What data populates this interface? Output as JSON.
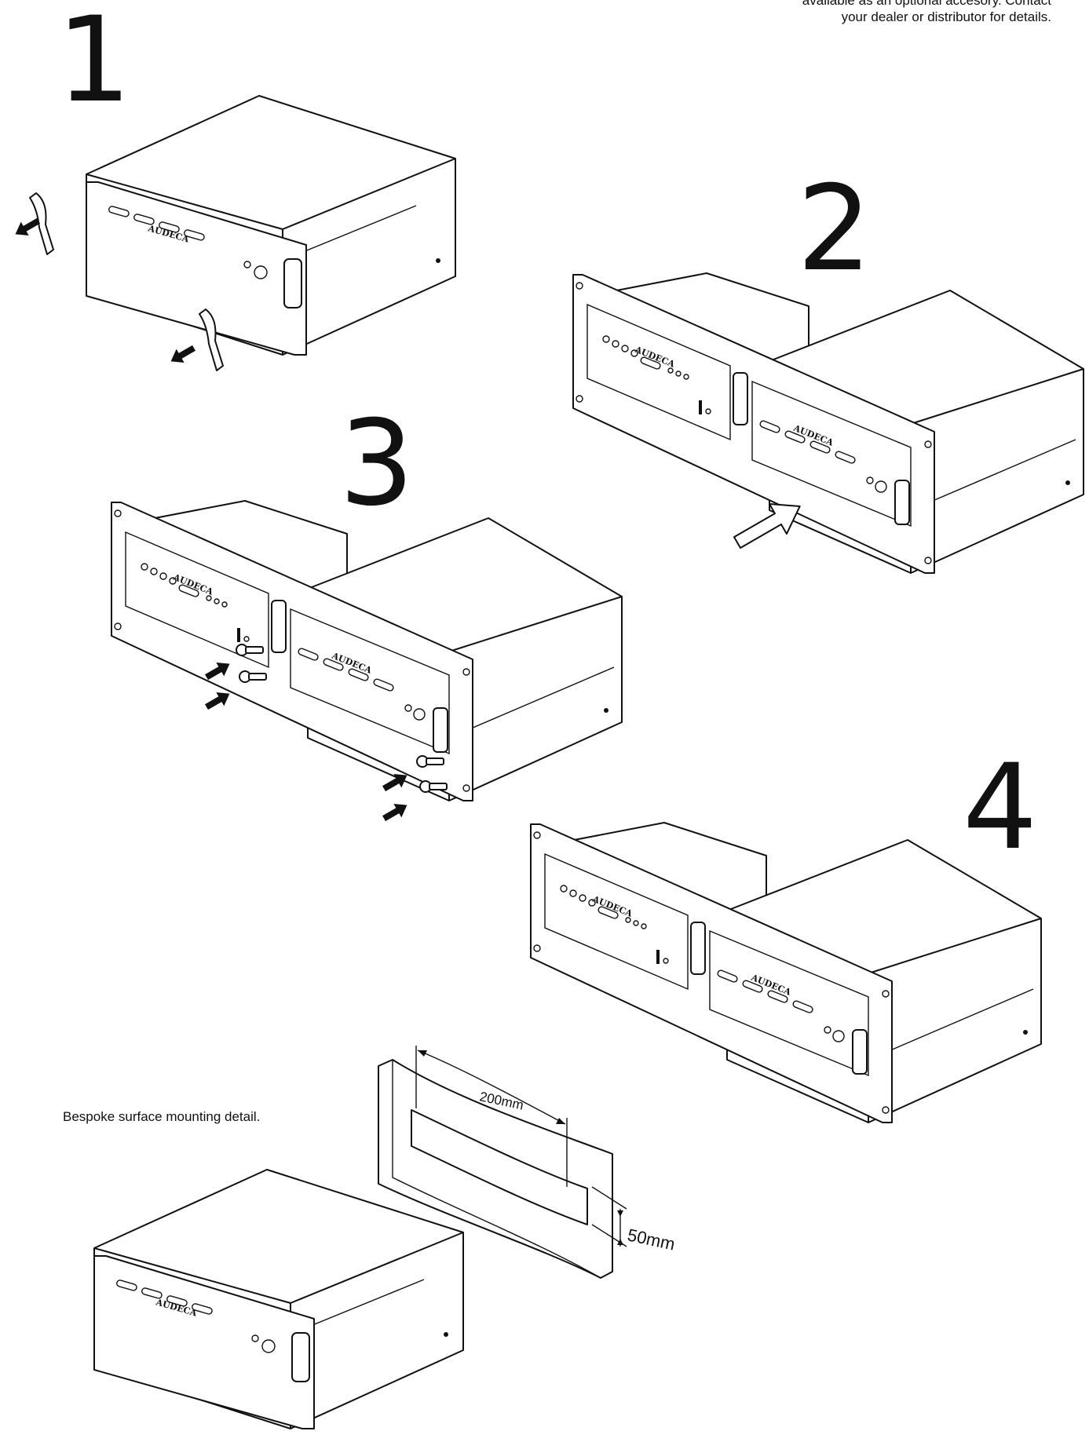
{
  "note": {
    "line1": "available as an optional accesory. Contact",
    "line2": "your dealer or distributor for details."
  },
  "steps": [
    "1",
    "2",
    "3",
    "4"
  ],
  "brand": "AUDECA",
  "caption": "Bespoke surface mounting detail.",
  "dimensions": {
    "width": "200mm",
    "height": "50mm"
  },
  "icons": [
    "pull-arrow-icon",
    "push-arrow-icon",
    "screw-arrow-icon"
  ],
  "colors": {
    "ink": "#111111",
    "paper": "#ffffff"
  }
}
